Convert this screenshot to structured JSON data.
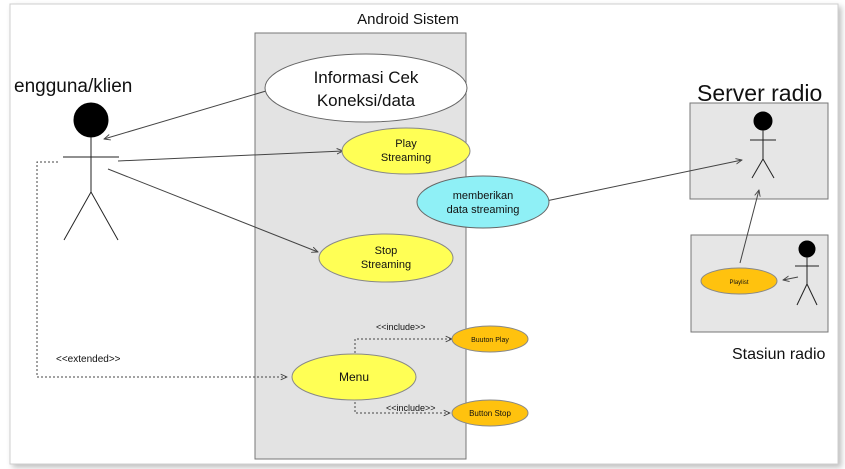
{
  "diagram": {
    "system_title": "Android Sistem",
    "actors": {
      "client": "engguna/klien",
      "server": "Server radio",
      "station": "Stasiun radio"
    },
    "use_cases": {
      "info_line1": "Informasi Cek",
      "info_line2": "Koneksi/data",
      "play_line1": "Play",
      "play_line2": "Streaming",
      "stop_line1": "Stop",
      "stop_line2": "Streaming",
      "give_line1": "memberikan",
      "give_line2": "data streaming",
      "menu": "Menu",
      "button_play": "Buuton Play",
      "button_stop": "Button Stop",
      "playlist": "Playlist"
    },
    "relations": {
      "include_play": "<<include>>",
      "include_stop": "<<include>>",
      "extended": "<<extended>>"
    },
    "colors": {
      "system_fill": "#e3e3e3",
      "yellow": "#ffff55",
      "orange": "#ffc20e",
      "cyan": "#8ff0f6",
      "white": "#ffffff"
    }
  }
}
